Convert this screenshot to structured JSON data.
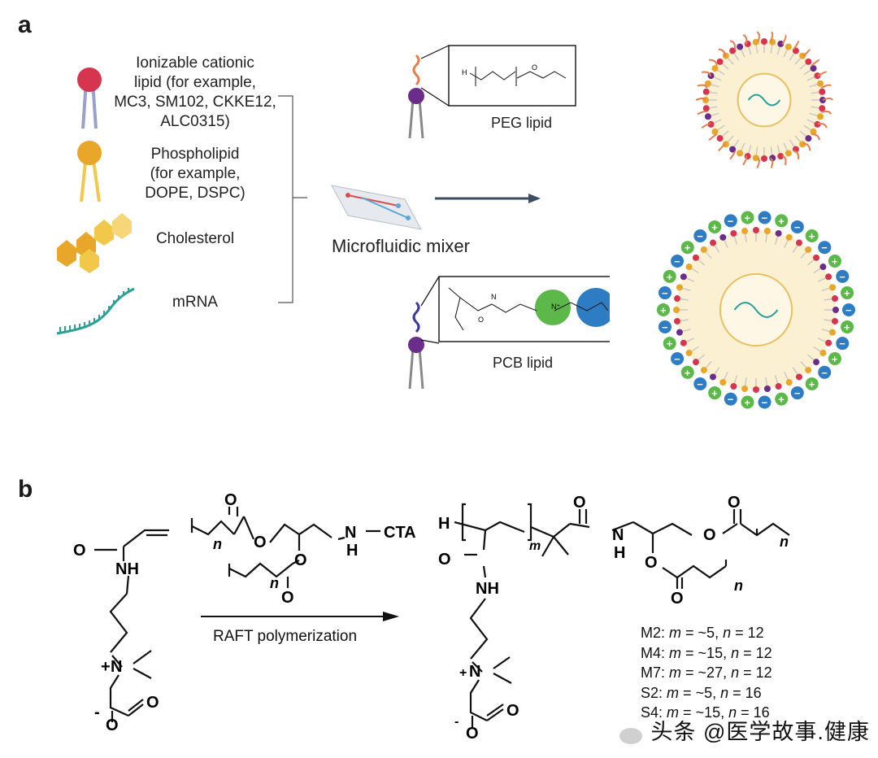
{
  "panel_a": {
    "label": "a",
    "components": [
      {
        "text": "Ionizable cationic lipid (for example, MC3, SM102, CKKE12, ALC0315)"
      },
      {
        "text": "Phospholipid (for example, DOPE, DSPC)"
      },
      {
        "text": "Cholesterol"
      },
      {
        "text": "mRNA"
      }
    ],
    "ionizable_lines": [
      "Ionizable cationic",
      "lipid (for example,",
      "MC3, SM102, CKKE12,",
      "ALC0315)"
    ],
    "phospholipid_lines": [
      "Phospholipid",
      "(for example,",
      "DOPE, DSPC)"
    ],
    "mixer_label": "Microfluidic mixer",
    "peg_label": "PEG lipid",
    "pcb_label": "PCB lipid",
    "colors": {
      "cationic_head": "#d6354f",
      "phospho_head": "#e8a62a",
      "peg_head": "#6b2d8a",
      "peg_tail": "#e87c4a",
      "pcb_tail": "#3a3a9a",
      "plus_bubble": "#5cb848",
      "minus_bubble": "#2d7cc4",
      "arrow": "#3d4e63"
    }
  },
  "panel_b": {
    "label": "b",
    "reaction_label": "RAFT polymerization",
    "variants": [
      {
        "name": "M2:",
        "m": "~5",
        "n": "12"
      },
      {
        "name": "M4:",
        "m": "~15",
        "n": "12"
      },
      {
        "name": "M7:",
        "m": "~27",
        "n": "12"
      },
      {
        "name": "S2:",
        "m": "~5",
        "n": "16"
      },
      {
        "name": "S4:",
        "m": "~15",
        "n": "16"
      }
    ],
    "m_sym": "m",
    "n_sym": "n",
    "eq": " = ",
    "comma": ", "
  },
  "watermark": "头条 @医学故事.健康"
}
